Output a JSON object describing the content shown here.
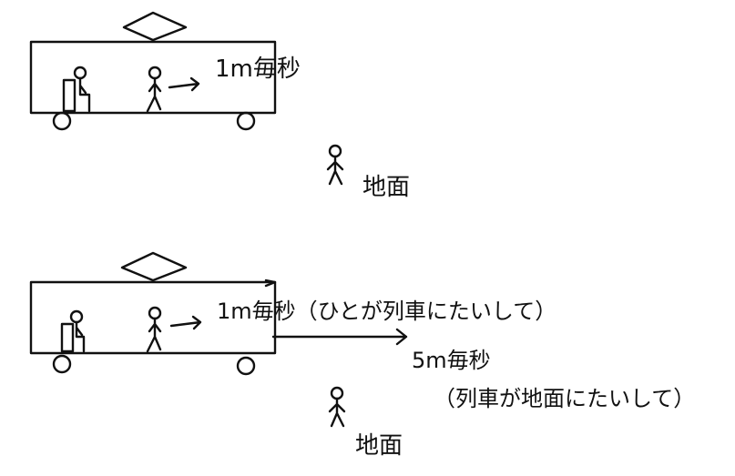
{
  "top_scene": {
    "person_speed": "1m毎秒",
    "ground_label": "地面"
  },
  "bottom_scene": {
    "person_speed": "1m毎秒（ひとが列車にたいして）",
    "train_speed": "5m毎秒",
    "train_speed_note": "（列車が地面にたいして）",
    "ground_label": "地面"
  },
  "colors": {
    "ink": "#111111",
    "paper": "#ffffff"
  }
}
